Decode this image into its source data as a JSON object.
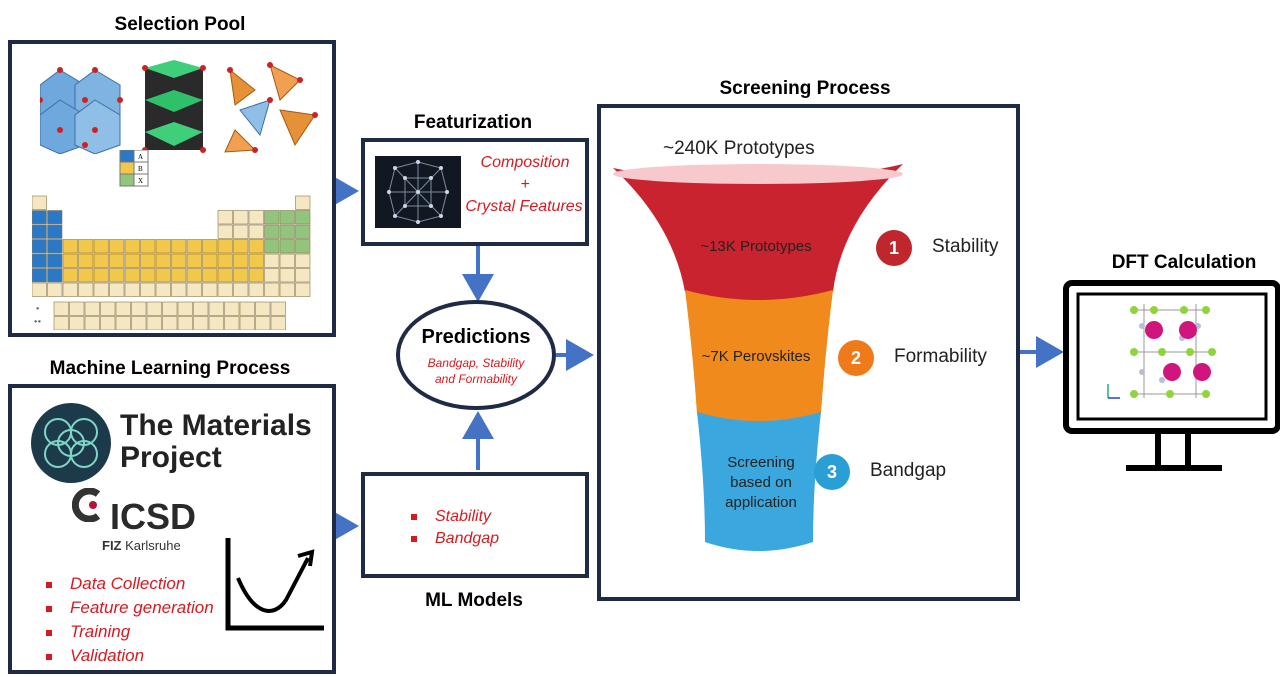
{
  "selection_pool": {
    "title": "Selection Pool",
    "legend": {
      "a": "A",
      "b": "B",
      "x": "X"
    },
    "lanthanides_marker": "*",
    "actinides_marker": "**",
    "colors": {
      "a": "#2b78c6",
      "b": "#f2c84b",
      "x": "#93c47d",
      "blank": "#f5e7c2"
    }
  },
  "ml_process": {
    "title": "Machine Learning Process",
    "mp_name": "The Materials Project",
    "icsd_name": "ICSD",
    "fiz_bold": "FIZ",
    "fiz_rest": " Karlsruhe",
    "steps": [
      "Data Collection",
      "Feature generation",
      "Training",
      "Validation"
    ]
  },
  "featurization": {
    "title": "Featurization",
    "line1": "Composition",
    "line2": "+",
    "line3": "Crystal Features"
  },
  "predictions": {
    "title": "Predictions",
    "subtitle_line1": "Bandgap, Stability",
    "subtitle_line2": "and Formability"
  },
  "ml_models": {
    "title": "ML Models",
    "items": [
      "Stability",
      "Bandgap"
    ]
  },
  "screening": {
    "title": "Screening Process",
    "top_label": "~240K Prototypes",
    "stage1_label": "~13K Prototypes",
    "stage2_label": "~7K Perovskites",
    "stage3_line1": "Screening",
    "stage3_line2": "based on",
    "stage3_line3": "application",
    "steps": [
      {
        "num": "1",
        "name": "Stability",
        "color": "#c0272d"
      },
      {
        "num": "2",
        "name": "Formability",
        "color": "#ee7a1a"
      },
      {
        "num": "3",
        "name": "Bandgap",
        "color": "#2a9fd6"
      }
    ],
    "colors": {
      "red": "#c8232e",
      "orange": "#f08a1c",
      "blue": "#3aa8de"
    }
  },
  "dft": {
    "title": "DFT Calculation"
  },
  "colors": {
    "frame": "#1f2a44",
    "arrow": "#4472c4",
    "accent_red": "#d8191f"
  }
}
